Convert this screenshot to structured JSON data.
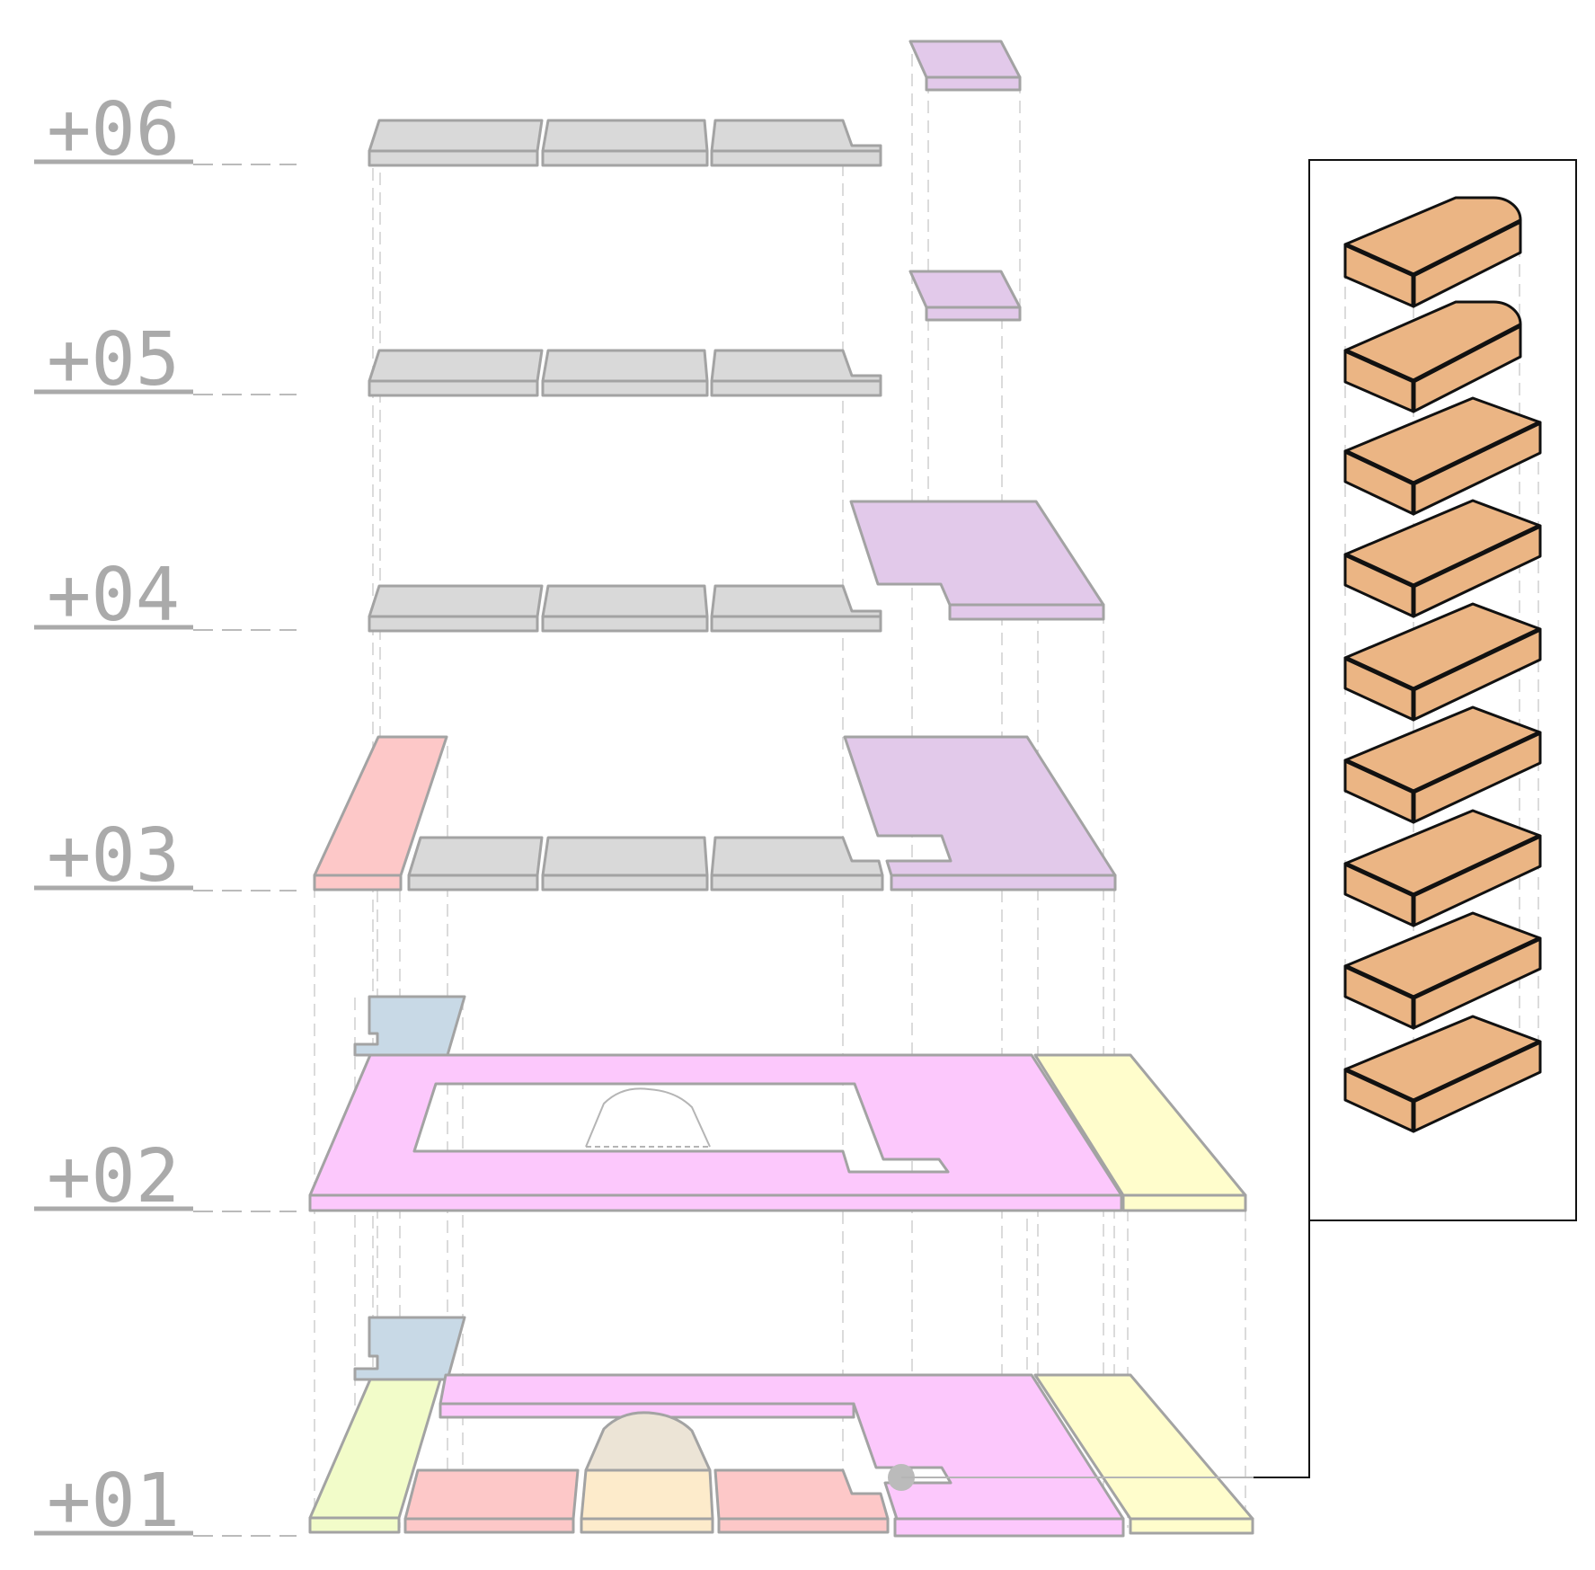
{
  "diagram": {
    "levels": [
      {
        "id": "06",
        "label": "+06"
      },
      {
        "id": "05",
        "label": "+05"
      },
      {
        "id": "04",
        "label": "+04"
      },
      {
        "id": "03",
        "label": "+03"
      },
      {
        "id": "02",
        "label": "+02"
      },
      {
        "id": "01",
        "label": "+01"
      }
    ],
    "colors": {
      "grey": "#d9d9d9",
      "lavender": "#e2c9ea",
      "salmon": "#fdc8c8",
      "pink": "#fcc8fc",
      "yellow": "#fffdcc",
      "lime": "#f2fcc9",
      "blue": "#c8d9e6",
      "peach": "#fdebcb",
      "beige": "#ece4d6",
      "block": "#ebb584",
      "outline": "#a3a3a3"
    },
    "inset": {
      "block_count": 9
    }
  }
}
